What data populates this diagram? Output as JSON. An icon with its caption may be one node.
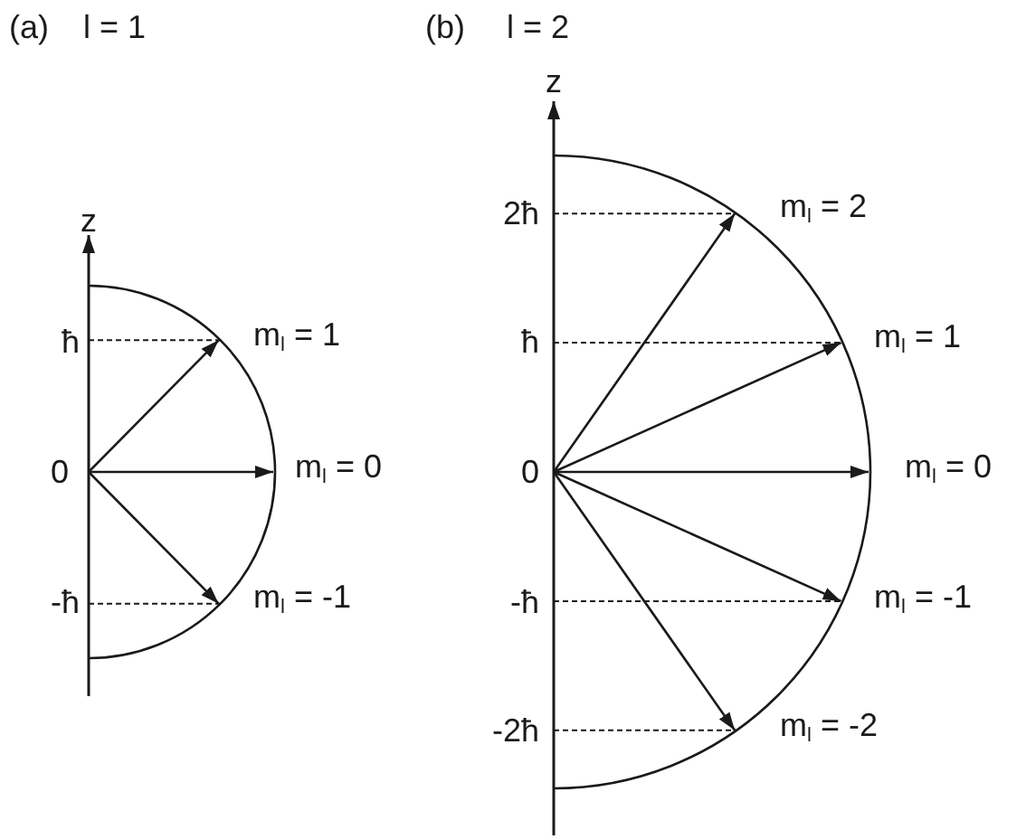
{
  "diagram": {
    "labels": [
      "(a)",
      "l = 1",
      "(b)",
      "l = 2",
      "z",
      "ħ",
      "m$_{l}$ = 1",
      "0",
      "m$_{l}$ = 0",
      "-ħ",
      "m$_{l}$ = -1",
      "z",
      "2ħ",
      "m$_{l}$ = 2",
      "ħ",
      "m$_{l}$ = 1",
      "0",
      "m$_{l}$ = 0",
      "-ħ",
      "m$_{l}$ = -1",
      "-2ħ",
      "m$_{l}$ = -2"
    ]
  }
}
